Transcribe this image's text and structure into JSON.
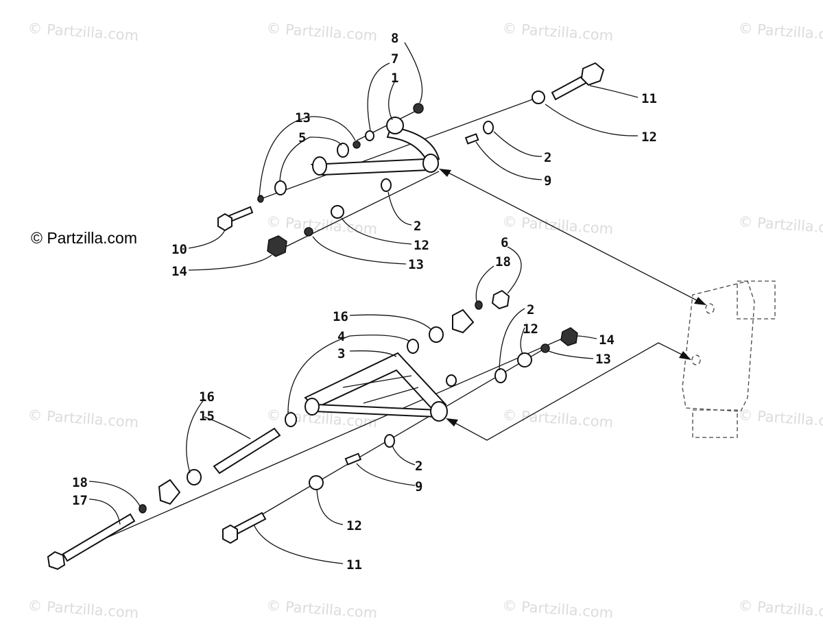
{
  "copyright": "© Partzilla.com",
  "watermarks": [
    "© Partzilla.com",
    "© Partzilla.com",
    "© Partzilla.com",
    "© Partzilla.com",
    "© Partzilla.com",
    "© Partzilla.com",
    "© Partzilla.com",
    "© Partzilla.com",
    "© Partzilla.com",
    "© Partzilla.com",
    "© Partzilla.com",
    "© Partzilla.com",
    "© Partzilla.com",
    "© Partzilla.com",
    "© Partzilla.com"
  ],
  "callouts": [
    "8",
    "7",
    "1",
    "11",
    "12",
    "13",
    "5",
    "2",
    "9",
    "2",
    "12",
    "13",
    "10",
    "14",
    "6",
    "18",
    "16",
    "2",
    "4",
    "12",
    "14",
    "3",
    "13",
    "16",
    "15",
    "2",
    "9",
    "18",
    "17",
    "12",
    "11"
  ]
}
